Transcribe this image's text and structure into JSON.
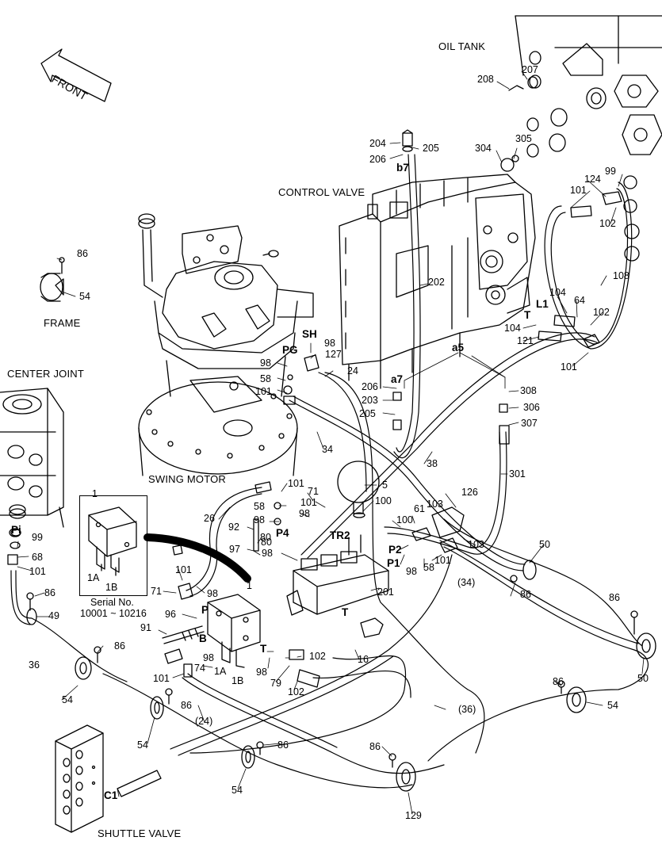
{
  "titles": {
    "oil_tank": "OIL TANK",
    "front": "FRONT",
    "control_valve": "CONTROL VALVE",
    "frame": "FRAME",
    "center_joint": "CENTER JOINT",
    "swing_motor": "SWING MOTOR",
    "shuttle_valve": "SHUTTLE VALVE"
  },
  "inset": {
    "item": "1",
    "port_1a": "1A",
    "port_1b": "1B",
    "serial_label": "Serial No.",
    "serial_range": "10001 ~ 10216"
  },
  "ports": {
    "b7": "b7",
    "sh": "SH",
    "pg": "PG",
    "a5": "a5",
    "a7": "a7",
    "l1": "L1",
    "t_upper": "T",
    "pi": "Pi",
    "p4": "P4",
    "tr2": "TR2",
    "p2": "P2",
    "p1": "P1",
    "t_mid": "T",
    "p_main": "P",
    "b_main": "B",
    "t_main": "T",
    "p_1a": "1A",
    "p_1b": "1B",
    "c1": "C1"
  },
  "callouts": {
    "n208": "208",
    "n207": "207",
    "n204": "204",
    "n205a": "205",
    "n206a": "206",
    "n305": "305",
    "n304": "304",
    "n99a": "99",
    "n124": "124",
    "n101a": "101",
    "n102a": "102",
    "n86a": "86",
    "n54a": "54",
    "n202": "202",
    "n108": "108",
    "n104a": "104",
    "n64": "64",
    "n102b": "102",
    "n104b": "104",
    "n121": "121",
    "n101b": "101",
    "n98a": "98",
    "n127": "127",
    "n98b": "98",
    "n24a": "24",
    "n58a": "58",
    "n101c": "101",
    "n206b": "206",
    "n203": "203",
    "n205b": "205",
    "n308": "308",
    "n306": "306",
    "n307": "307",
    "n34a": "34",
    "n38": "38",
    "n5": "5",
    "n301": "301",
    "n26": "26",
    "n101d": "101",
    "n71a": "71",
    "n58b": "58",
    "n101e": "101",
    "n98c": "98",
    "n100a": "100",
    "n126": "126",
    "n98d": "98",
    "n92": "92",
    "n80a": "80",
    "n61": "61",
    "n103a": "103",
    "n97": "97",
    "n80b": "80",
    "n98e": "98",
    "n100b": "100",
    "n103b": "103",
    "n50a": "50",
    "n99b": "99",
    "n68": "68",
    "n101f": "101",
    "n98f": "98",
    "n58c": "58",
    "n101g": "101",
    "n34b": "(34)",
    "n86b": "86",
    "n86c": "86",
    "n49": "49",
    "n101h": "101",
    "n71b": "71",
    "n98g": "98",
    "n201": "201",
    "n96": "96",
    "n91": "91",
    "n86d": "86",
    "n98h": "98",
    "n36": "36",
    "n74": "74",
    "n101i": "101",
    "n102c": "102",
    "n16": "16",
    "n98i": "98",
    "n79": "79",
    "n102d": "102",
    "n50b": "50",
    "n86e": "86",
    "n54b": "54",
    "n86f": "86",
    "n36b": "(36)",
    "n54c": "54",
    "n24b": "(24)",
    "n54d": "54",
    "n86g": "86",
    "n54e": "54",
    "n86h": "86",
    "n129": "129",
    "n86i": "86",
    "n1": "1"
  }
}
